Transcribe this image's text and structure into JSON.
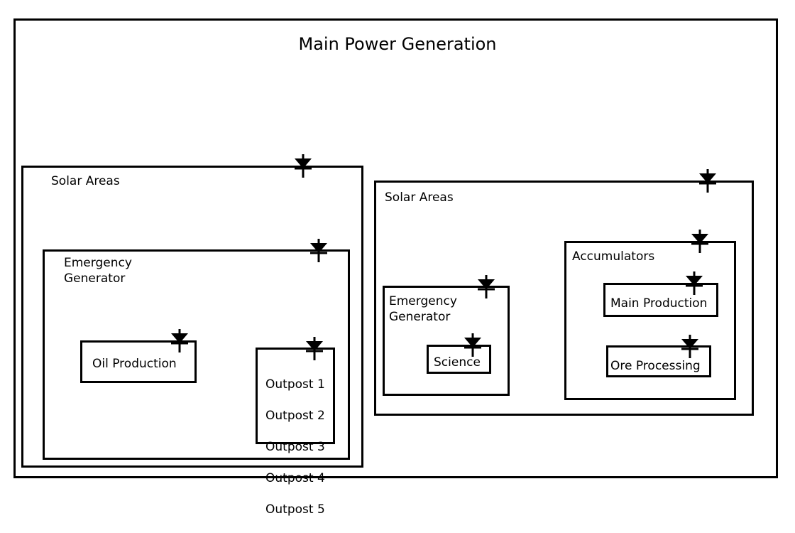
{
  "diagram": {
    "main": {
      "title": "Main Power Generation"
    },
    "left": {
      "solar_label": "Solar Areas",
      "emergency_label": "Emergency\nGenerator",
      "oil_label": "Oil Production",
      "outposts": [
        "Outpost 1",
        "Outpost 2",
        "Outpost 3",
        "Outpost 4",
        "Outpost 5"
      ]
    },
    "right": {
      "solar_label": "Solar Areas",
      "emergency_label": "Emergency\nGenerator",
      "science_label": "Science",
      "accumulators_label": "Accumulators",
      "main_production_label": "Main Production",
      "ore_processing_label": "Ore Processing"
    }
  }
}
